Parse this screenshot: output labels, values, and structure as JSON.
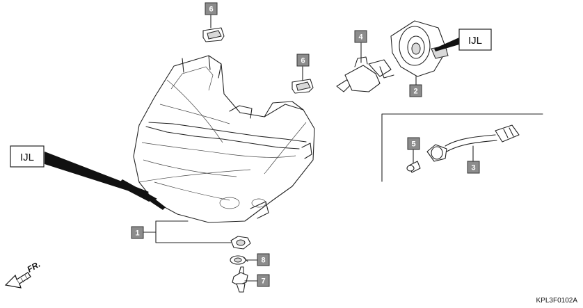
{
  "callouts": {
    "c1": "1",
    "c2": "2",
    "c3": "3",
    "c4": "4",
    "c5": "5",
    "c6a": "6",
    "c6b": "6",
    "c7": "7",
    "c8": "8"
  },
  "ijl_labels": {
    "left": "IJL",
    "right": "IJL"
  },
  "direction_label": "FR.",
  "reference_code": "KPL3F0102A",
  "colors": {
    "callout_fill": "#8c8c8c",
    "line": "#222222"
  }
}
